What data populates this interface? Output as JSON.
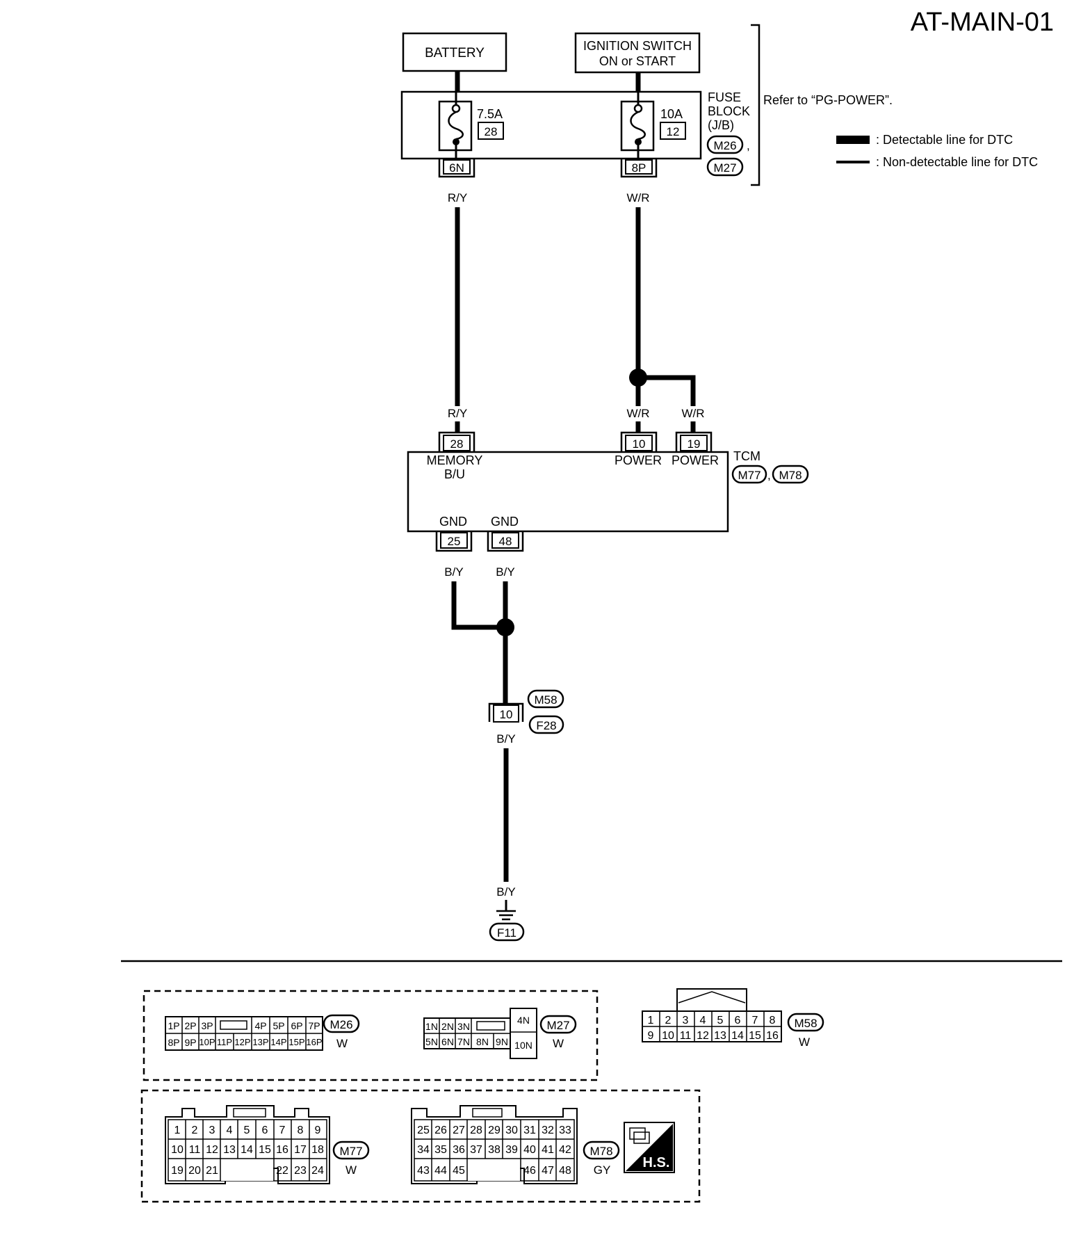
{
  "diagram_id": "AT-MAIN-01",
  "legend": {
    "detectable": ": Detectable line for DTC",
    "non_detectable": ": Non-detectable line for DTC"
  },
  "battery_label": "BATTERY",
  "ignition": {
    "line1": "IGNITION SWITCH",
    "line2": "ON or START"
  },
  "fuse_block": {
    "line1": "FUSE",
    "line2": "BLOCK",
    "line3": "(J/B)",
    "conn1": "M26",
    "conn2": "M27",
    "comma": ",",
    "refer": "Refer to “PG-POWER”.",
    "fuse1_rating": "7.5A",
    "fuse1_no": "28",
    "fuse2_rating": "10A",
    "fuse2_no": "12",
    "pin1": "6N",
    "pin2": "8P"
  },
  "wires": {
    "ry_top": "R/Y",
    "wr_top": "W/R",
    "ry_tcm": "R/Y",
    "wr_tcm1": "W/R",
    "wr_tcm2": "W/R",
    "by_gnd1": "B/Y",
    "by_gnd2": "B/Y",
    "by_mid": "B/Y",
    "by_bot": "B/Y"
  },
  "tcm": {
    "label": "TCM",
    "conn1": "M77",
    "conn2": "M78",
    "comma": ",",
    "pin_memory": "28",
    "memory1": "MEMORY",
    "memory2": "B/U",
    "pin_power1": "10",
    "power1": "POWER",
    "pin_power2": "19",
    "power2": "POWER",
    "gnd1": "GND",
    "pin_gnd1": "25",
    "gnd2": "GND",
    "pin_gnd2": "48"
  },
  "joint_connector": {
    "pin": "10",
    "conn1": "M58",
    "conn2": "F28"
  },
  "ground": {
    "label": "F11"
  },
  "connectors": {
    "m26": {
      "id": "M26",
      "color": "W",
      "row1": [
        "1P",
        "2P",
        "3P",
        "",
        "4P",
        "5P",
        "6P",
        "7P"
      ],
      "row2": [
        "8P",
        "9P",
        "10P",
        "11P",
        "12P",
        "13P",
        "14P",
        "15P",
        "16P"
      ]
    },
    "m27": {
      "id": "M27",
      "color": "W",
      "row1": [
        "1N",
        "2N",
        "3N",
        ""
      ],
      "row2": [
        "5N",
        "6N",
        "7N",
        "8N",
        "9N"
      ],
      "side_top": "4N",
      "side_bottom": "10N"
    },
    "m58": {
      "id": "M58",
      "color": "W",
      "row1": [
        "1",
        "2",
        "3",
        "4",
        "5",
        "6",
        "7",
        "8"
      ],
      "row2": [
        "9",
        "10",
        "11",
        "12",
        "13",
        "14",
        "15",
        "16"
      ]
    },
    "m77": {
      "id": "M77",
      "color": "W",
      "row1": [
        "1",
        "2",
        "3",
        "4",
        "5",
        "6",
        "7",
        "8",
        "9"
      ],
      "row2": [
        "10",
        "11",
        "12",
        "13",
        "14",
        "15",
        "16",
        "17",
        "18"
      ],
      "row3": [
        "19",
        "20",
        "21",
        "22",
        "23",
        "24"
      ]
    },
    "m78": {
      "id": "M78",
      "color": "GY",
      "row1": [
        "25",
        "26",
        "27",
        "28",
        "29",
        "30",
        "31",
        "32",
        "33"
      ],
      "row2": [
        "34",
        "35",
        "36",
        "37",
        "38",
        "39",
        "40",
        "41",
        "42"
      ],
      "row3": [
        "43",
        "44",
        "45",
        "46",
        "47",
        "48"
      ]
    }
  },
  "hs_label": "H.S."
}
